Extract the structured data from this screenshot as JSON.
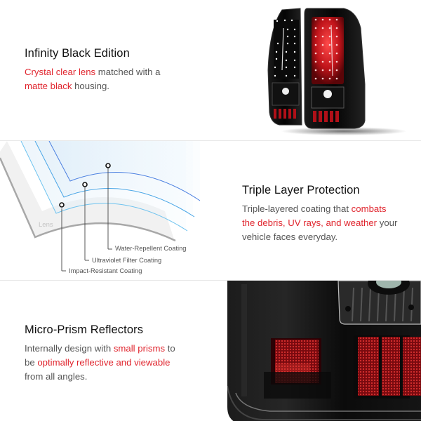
{
  "accent_color": "#e0252e",
  "sections": [
    {
      "title": "Infinity Black Edition",
      "desc": {
        "p1_hl": "Crystal clear lens",
        "p2": " matched with a",
        "p3_hl": "matte black",
        "p4": " housing."
      },
      "image": "tail-lights-pair-image"
    },
    {
      "title": "Triple Layer Protection",
      "desc": {
        "p1": "Triple-layered coating that ",
        "p2_hl": "combats",
        "p3_hl": "the debris, UV rays, and weather",
        "p4": " your",
        "p5": "vehicle faces everyday."
      },
      "diagram": {
        "lens_label": "Lens",
        "callouts": [
          "Water-Repellent Coating",
          "Ultraviolet Filter Coating",
          "Impact-Resistant Coating"
        ]
      }
    },
    {
      "title": "Micro-Prism Reflectors",
      "desc": {
        "p1": "Internally design with ",
        "p2_hl": "small prisms",
        "p3": " to",
        "p4": "be ",
        "p5_hl": "optimally reflective and viewable",
        "p6": "from all angles."
      },
      "image": "reflector-closeup-image"
    }
  ]
}
